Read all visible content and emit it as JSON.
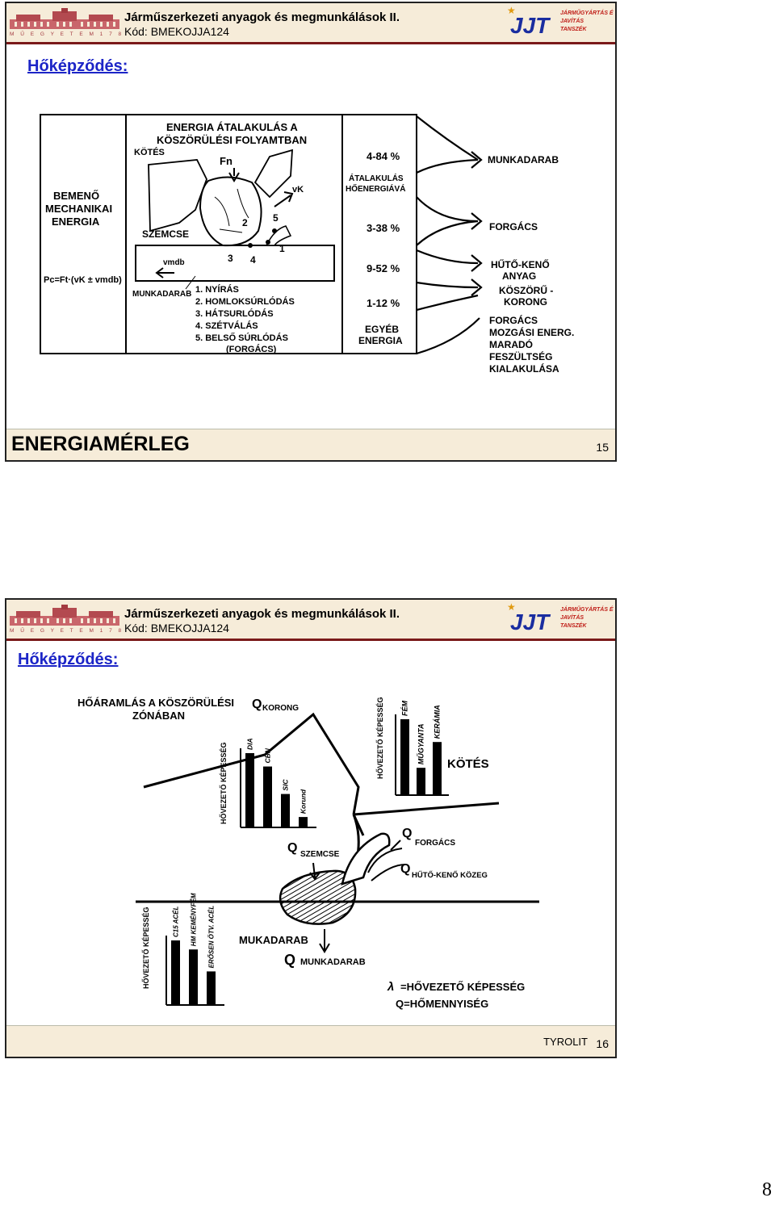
{
  "header": {
    "course_title": "Járműszerkezeti anyagok és megmunkálások II.",
    "course_code": "Kód: BMEKOJJA124",
    "university_logo_text": "M Ű E G Y E T E M   1 7 8 2",
    "dept_logo_letters": "JJT",
    "dept_logo_lines": [
      "JÁRMŰGYÁRTÁS ÉS",
      "JAVÍTÁS",
      "TANSZÉK"
    ],
    "accent_color": "#7a1a1a",
    "header_bg": "#f6ecd9",
    "subtitle_color": "#1c25c7"
  },
  "slide1": {
    "subtitle": "Hőképződés:",
    "footer_title": "ENERGIAMÉRLEG",
    "slide_number": "15",
    "diagram": {
      "input_label": [
        "BEMENŐ",
        "MECHANIKAI",
        "ENERGIA"
      ],
      "formula": "Pc=Ft·(vK ± vmdb)",
      "title": [
        "ENERGIA ÁTALAKULÁS A",
        "KÖSZÖRÜLÉSI FOLYAMTBAN"
      ],
      "kotes": "KÖTÉS",
      "fn": "Fn",
      "vk": "vK",
      "szemcse": "SZEMCSE",
      "vmdb": "vmdb",
      "munkadarab": "MUNKADARAB",
      "point_labels": [
        "1",
        "2",
        "3",
        "4",
        "5"
      ],
      "mechanisms": [
        "1. NYÍRÁS",
        "2. HOMLOKSÚRLÓDÁS",
        "3. HÁTSURLÓDÁS",
        "4. SZÉTVÁLÁS",
        "5. BELSŐ SÚRLÓDÁS",
        "(FORGÁCS)"
      ],
      "percentages": [
        "4-84 %",
        "3-38 %",
        "9-52 %",
        "1-12 %"
      ],
      "conversion": [
        "ÁTALAKULÁS",
        "HŐENERGIÁVÁ"
      ],
      "other_energy": [
        "EGYÉB",
        "ENERGIA"
      ],
      "outputs_heat": [
        [
          "MUNKADARAB"
        ],
        [
          "FORGÁCS"
        ],
        [
          "HŰTŐ-KENŐ",
          "ANYAG"
        ],
        [
          "KÖSZÖRŰ -",
          "KORONG"
        ]
      ],
      "outputs_other": [
        "FORGÁCS",
        "MOZGÁSI ENERG.",
        "MARADÓ",
        "FESZÜLTSÉG",
        "KIALAKULÁSA"
      ]
    }
  },
  "slide2": {
    "subtitle": "Hőképződés:",
    "slide_number": "16",
    "brand": "TYROLIT",
    "diagram": {
      "title": [
        "HŐÁRAMLÁS A KÖSZÖRÜLÉSI",
        "ZÓNÁBAN"
      ],
      "q": "Q",
      "q_korong": "KORONG",
      "q_szemcse": "SZEMCSE",
      "q_forgacs": "FORGÁCS",
      "q_huto": "HŰTŐ-KENŐ KÖZEG",
      "q_munkadarab": "MUNKADARAB",
      "mukadarab": "MUKADARAB",
      "kotes": "KÖTÉS",
      "axis_label": "HŐVEZETŐ KÉPESSÉG",
      "abrasive_bars": [
        {
          "name": "DIA",
          "value": 1.0
        },
        {
          "name": "CBN",
          "value": 0.82
        },
        {
          "name": "SIC",
          "value": 0.45
        },
        {
          "name": "Korund",
          "value": 0.14
        }
      ],
      "bond_bars": [
        {
          "name": "FÉM",
          "value": 1.0
        },
        {
          "name": "MŰGYANTA",
          "value": 0.36
        },
        {
          "name": "KERÁMIA",
          "value": 0.7
        }
      ],
      "steel_bars": [
        {
          "name": "C15 ACÉL",
          "value": 1.0
        },
        {
          "name": "HM KEMÉNYFÉM",
          "value": 0.86
        },
        {
          "name": "ERŐSEN ÖTV. ACÉL",
          "value": 0.52
        }
      ],
      "legend_lambda": "λ",
      "legend_lambda_text": "=HŐVEZETŐ KÉPESSÉG",
      "legend_q": "Q=HŐMENNYISÉG"
    }
  },
  "page_number": "8"
}
